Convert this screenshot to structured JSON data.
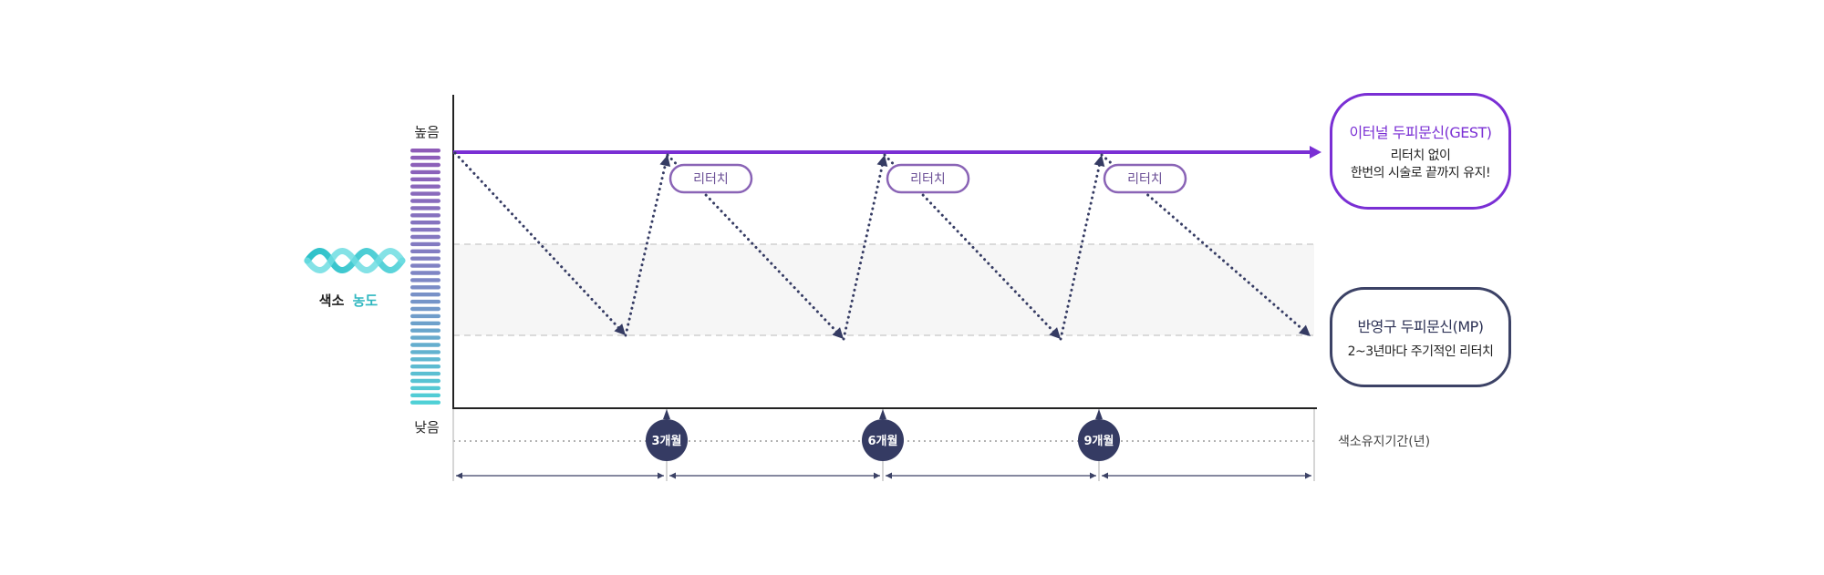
{
  "labels": {
    "high": "높음",
    "low": "낮음",
    "concentration_part1": "색소",
    "concentration_part2": "농도",
    "retouch": "리터치",
    "duration": "색소유지기간(년)"
  },
  "months": [
    "3개월",
    "6개월",
    "9개월"
  ],
  "gest": {
    "title": "이터널 두피문신(GEST)",
    "line1": "리터치 없이",
    "line2": "한번의 시술로 끝까지 유지!"
  },
  "mp": {
    "title": "반영구 두피문신(MP)",
    "line1": "2~3년마다 주기적인 리터치"
  },
  "colors": {
    "gest": "#7a2fd4",
    "mp": "#3c4266",
    "retouch_badge": "#8a64b6",
    "month_marker": "#353b63",
    "band": "#f6f6f6",
    "dna": "#3cc8d0"
  }
}
